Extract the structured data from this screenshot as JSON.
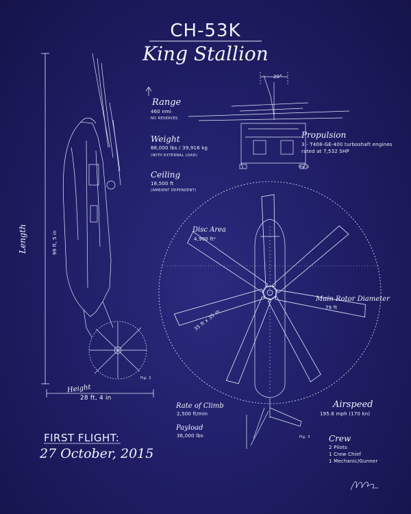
{
  "title": {
    "model": "CH-53K",
    "name": "King Stallion"
  },
  "specs": {
    "range": {
      "heading": "Range",
      "value": "460 nmi",
      "note": "NO RESERVES"
    },
    "weight": {
      "heading": "Weight",
      "value": "88,000 lbs / 39,916 kg",
      "note": "(WITH EXTERNAL LOAD)"
    },
    "ceiling": {
      "heading": "Ceiling",
      "value": "18,500 ft",
      "note": "(AMBIENT DEPENDENT)"
    },
    "propulsion": {
      "heading": "Propulsion",
      "line1": "3 - T408-GE-400 turboshaft engines",
      "line2": "rated at 7,532 SHP"
    },
    "disc_area": {
      "heading": "Disc Area",
      "value": "4,900 ft²"
    },
    "main_rotor": {
      "heading": "Main Rotor Diameter",
      "value": "79 ft"
    },
    "length": {
      "heading": "Length",
      "value": "99 ft, 5 in"
    },
    "height": {
      "heading": "Height",
      "value": "28 ft, 4 in"
    },
    "rate_of_climb": {
      "heading": "Rate of Climb",
      "value": "2,500 ft/min"
    },
    "payload": {
      "heading": "Payload",
      "value": "36,000 lbs"
    },
    "airspeed": {
      "heading": "Airspeed",
      "value": "195.6 mph (170 kn)"
    },
    "crew": {
      "heading": "Crew",
      "lines": [
        "2 Pilots",
        "1 Crew Chief",
        "1 Mechanic/Gunner"
      ]
    },
    "cabin": {
      "value": "35 ft x 35 in"
    }
  },
  "annotations": {
    "angle": "20°",
    "fig1": "Fig. 1",
    "fig2": "Fig. 2",
    "fig3": "Fig. 3"
  },
  "first_flight": {
    "heading": "FIRST FLIGHT:",
    "date": "27 October, 2015"
  }
}
